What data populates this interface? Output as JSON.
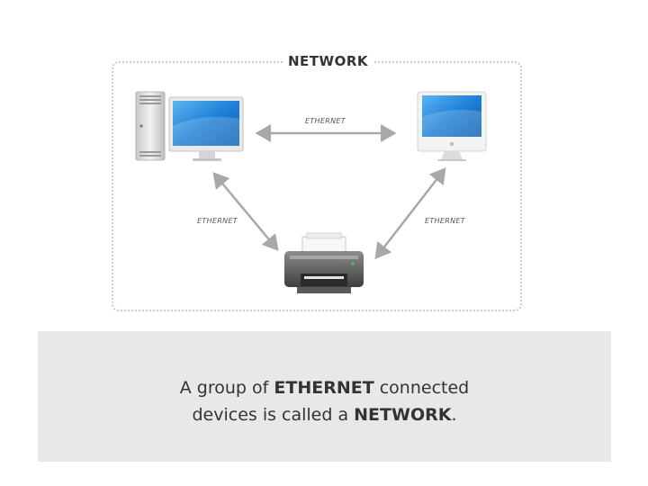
{
  "diagram": {
    "title": "NETWORK",
    "nodes": [
      {
        "id": "mac-pro",
        "icon": "desktop-tower-computer-icon"
      },
      {
        "id": "imac",
        "icon": "all-in-one-computer-icon"
      },
      {
        "id": "printer",
        "icon": "printer-icon"
      }
    ],
    "edges": [
      {
        "from": "mac-pro",
        "to": "imac",
        "label": "ETHERNET"
      },
      {
        "from": "mac-pro",
        "to": "printer",
        "label": "ETHERNET"
      },
      {
        "from": "imac",
        "to": "printer",
        "label": "ETHERNET"
      }
    ]
  },
  "caption": {
    "part1": "A group of ",
    "bold1": "ETHERNET",
    "part2": " connected",
    "part3": "devices is called a ",
    "bold2": "NETWORK",
    "part4": "."
  },
  "colors": {
    "screen_blue": "#1e7fd6",
    "arrow_gray": "#a8a8a8",
    "panel_gray": "#e8e8e8"
  }
}
